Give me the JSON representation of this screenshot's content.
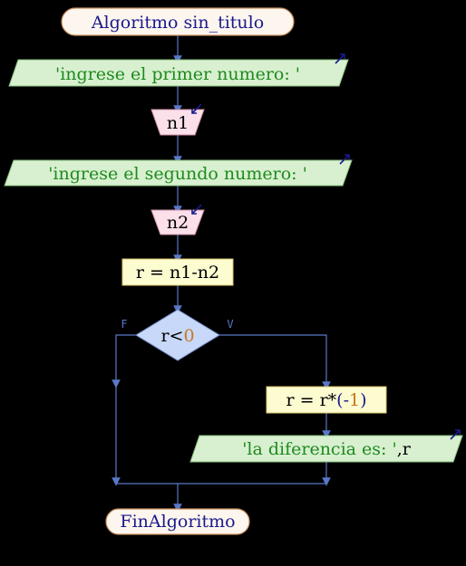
{
  "flowchart": {
    "start_label": "Algoritmo sin_titulo",
    "end_label": "FinAlgoritmo",
    "steps": [
      {
        "kind": "output",
        "text": "'ingrese el primer numero: '"
      },
      {
        "kind": "input",
        "text": "n1"
      },
      {
        "kind": "output",
        "text": "'ingrese el segundo numero: '"
      },
      {
        "kind": "input",
        "text": "n2"
      },
      {
        "kind": "assign",
        "text": "r = n1-n2"
      }
    ],
    "decision": {
      "condition_var": "r",
      "condition_op": "<",
      "condition_val": "0",
      "false_label": "F",
      "true_label": "V"
    },
    "true_branch": {
      "assign_var": "r = r",
      "assign_op": "*",
      "assign_val_open": "(-",
      "assign_val_num": "1",
      "assign_val_close": ")",
      "output_text": "'la diferencia es: '",
      "output_var": ",r"
    }
  },
  "colors": {
    "background": "#000000",
    "terminal_fill": "#fdf6ee",
    "terminal_text": "#1a1a8c",
    "output_fill": "#d8f0d0",
    "output_text": "#1f8a1f",
    "input_fill": "#fbe0ea",
    "assign_fill": "#fdfbd0",
    "decision_fill": "#c8d8f8",
    "number_color": "#c8781e",
    "connector": "#5a78c8"
  }
}
